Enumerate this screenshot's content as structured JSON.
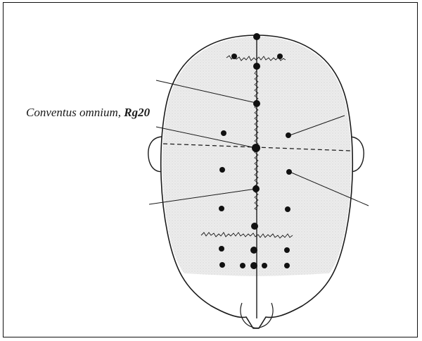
{
  "labels": {
    "point_name": "Conventus omnium,",
    "point_code": "Rg20"
  },
  "colors": {
    "ink": "#1a1a1a",
    "stipple": "#e2e2e2",
    "paper": "#ffffff"
  },
  "icons": {
    "acupoint": "filled-dot",
    "head": "head-top-view"
  }
}
